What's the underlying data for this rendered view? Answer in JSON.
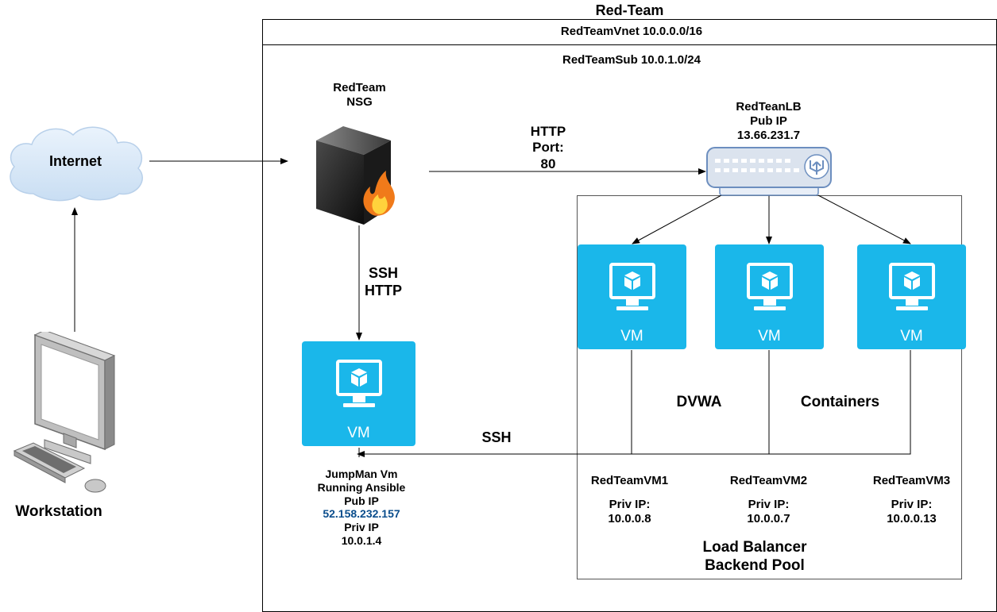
{
  "title": "Red-Team",
  "vnet_label": "RedTeamVnet 10.0.0.0/16",
  "subnet_label": "RedTeamSub 10.0.1.0/24",
  "internet": {
    "label": "Internet"
  },
  "workstation": {
    "label": "Workstation"
  },
  "nsg": {
    "line1": "RedTeam",
    "line2": "NSG"
  },
  "http_label": {
    "line1": "HTTP",
    "line2": "Port:",
    "line3": "80"
  },
  "ssh_http_label": {
    "line1": "SSH",
    "line2": "HTTP"
  },
  "ssh_label": "SSH",
  "lb": {
    "line1": "RedTeanLB",
    "line2": "Pub IP",
    "line3": "13.66.231.7"
  },
  "jumpbox": {
    "vm_caption": "VM",
    "line1": "JumpMan Vm",
    "line2": "Running Ansible",
    "line3": "Pub IP",
    "pub_ip": "52.158.232.157",
    "line5": "Priv IP",
    "priv_ip": "10.0.1.4"
  },
  "vms": [
    {
      "caption": "VM",
      "name": "RedTeamVM1",
      "priv_label": "Priv IP:",
      "priv_ip": "10.0.0.8"
    },
    {
      "caption": "VM",
      "name": "RedTeamVM2",
      "priv_label": "Priv IP:",
      "priv_ip": "10.0.0.7"
    },
    {
      "caption": "VM",
      "name": "RedTeamVM3",
      "priv_label": "Priv IP:",
      "priv_ip": "10.0.0.13"
    }
  ],
  "dvwa_label": "DVWA",
  "containers_label": "Containers",
  "pool": {
    "line1": "Load Balancer",
    "line2": "Backend Pool"
  },
  "colors": {
    "vm_blue": "#1ab7ea",
    "cloud_fill": "#dbeaf8",
    "lb_border": "#6c8ebf",
    "pub_ip_text": "#0a4d8c"
  }
}
